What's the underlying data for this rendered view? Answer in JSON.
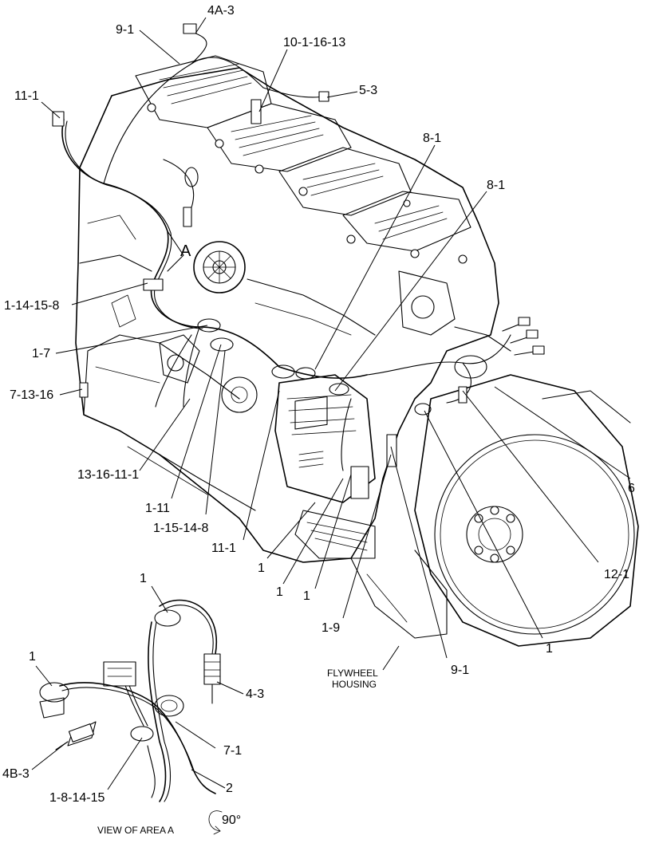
{
  "callouts": [
    {
      "text": "4A-3"
    },
    {
      "text": "9-1"
    },
    {
      "text": "10-1-16-13"
    },
    {
      "text": "11-1"
    },
    {
      "text": "5-3"
    },
    {
      "text": "8-1"
    },
    {
      "text": "8-1"
    },
    {
      "text": "A"
    },
    {
      "text": "1-14-15-8"
    },
    {
      "text": "1-7"
    },
    {
      "text": "7-13-16"
    },
    {
      "text": "13-16-11-1"
    },
    {
      "text": "1-11"
    },
    {
      "text": "1-15-14-8"
    },
    {
      "text": "11-1"
    },
    {
      "text": "1"
    },
    {
      "text": "1"
    },
    {
      "text": "1"
    },
    {
      "text": "1-9"
    },
    {
      "text": "6"
    },
    {
      "text": "12-1"
    },
    {
      "text": "1"
    },
    {
      "text": "9-1"
    },
    {
      "text": "FLYWHEEL"
    },
    {
      "text": "HOUSING"
    },
    {
      "text": "1"
    },
    {
      "text": "1"
    },
    {
      "text": "4-3"
    },
    {
      "text": "7-1"
    },
    {
      "text": "2"
    },
    {
      "text": "4B-3"
    },
    {
      "text": "1-8-14-15"
    },
    {
      "text": "VIEW OF AREA  A"
    },
    {
      "text": "90°"
    }
  ]
}
